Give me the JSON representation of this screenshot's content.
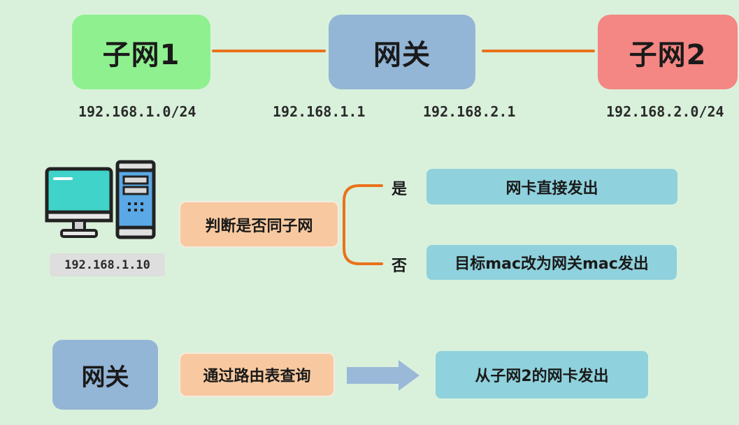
{
  "top": {
    "subnet1": {
      "label": "子网1",
      "ip": "192.168.1.0/24"
    },
    "gateway": {
      "label": "网关",
      "ip_left": "192.168.1.1",
      "ip_right": "192.168.2.1"
    },
    "subnet2": {
      "label": "子网2",
      "ip": "192.168.2.0/24"
    }
  },
  "host": {
    "ip": "192.168.1.10"
  },
  "decision": {
    "question": "判断是否同子网",
    "yes_label": "是",
    "yes_action": "网卡直接发出",
    "no_label": "否",
    "no_action": "目标mac改为网关mac发出"
  },
  "bottom": {
    "gateway_label": "网关",
    "lookup": "通过路由表查询",
    "result": "从子网2的网卡发出"
  },
  "colors": {
    "background": "#d9f1db",
    "subnet1": "#8ff08f",
    "gateway": "#93b5d6",
    "subnet2": "#f48683",
    "connector": "#e9721c",
    "orange_box": "#f8c9a0",
    "teal_box": "#8fd1dc",
    "arrow": "#9ab8d8"
  }
}
